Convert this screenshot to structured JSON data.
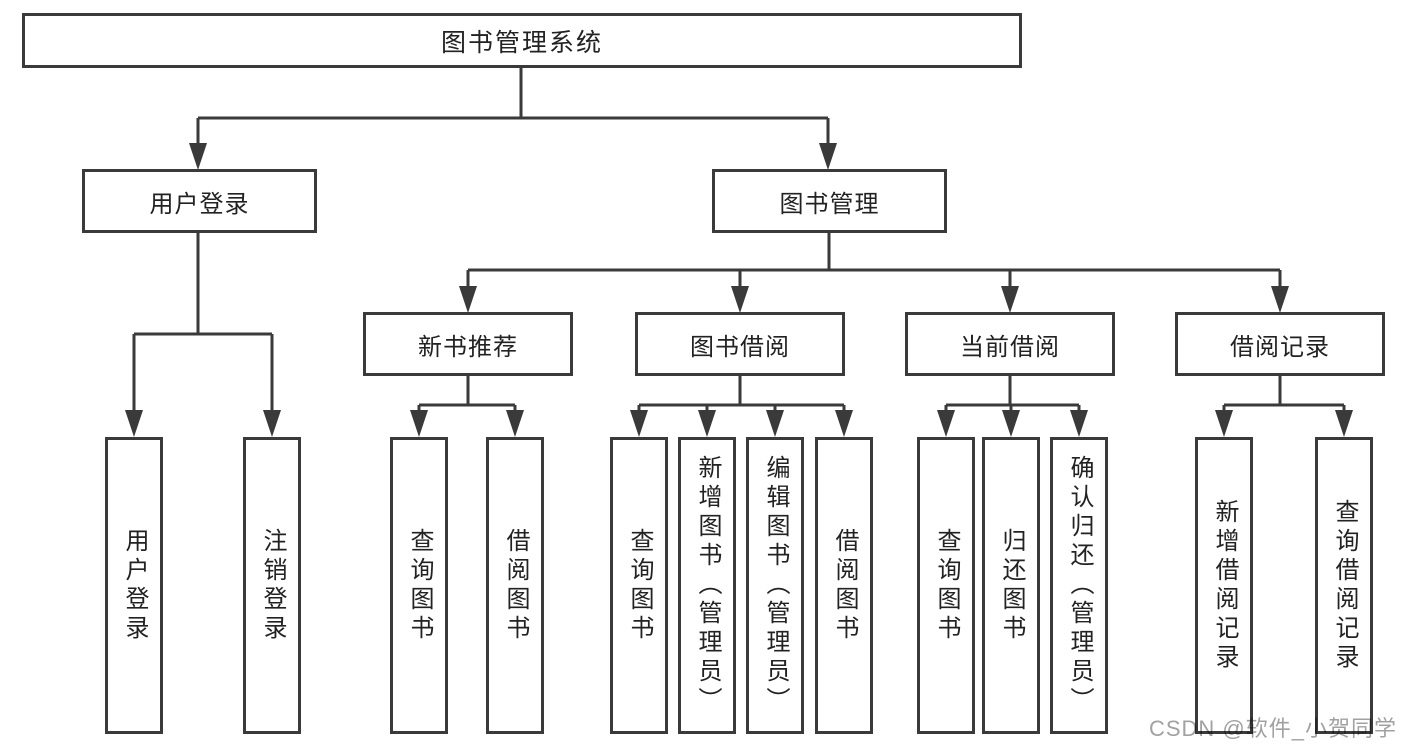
{
  "diagram": {
    "root": {
      "label": "图书管理系统"
    },
    "branches": [
      {
        "label": "用户登录",
        "children": [
          {
            "label": "用户登录"
          },
          {
            "label": "注销登录"
          }
        ]
      },
      {
        "label": "图书管理",
        "children": [
          {
            "label": "新书推荐",
            "children": [
              {
                "label": "查询图书"
              },
              {
                "label": "借阅图书"
              }
            ]
          },
          {
            "label": "图书借阅",
            "children": [
              {
                "label": "查询图书"
              },
              {
                "label": "新增图书（管理员）"
              },
              {
                "label": "编辑图书（管理员）"
              },
              {
                "label": "借阅图书"
              }
            ]
          },
          {
            "label": "当前借阅",
            "children": [
              {
                "label": "查询图书"
              },
              {
                "label": "归还图书"
              },
              {
                "label": "确认归还（管理员）"
              }
            ]
          },
          {
            "label": "借阅记录",
            "children": [
              {
                "label": "新增借阅记录"
              },
              {
                "label": "查询借阅记录"
              }
            ]
          }
        ]
      }
    ]
  },
  "watermark": {
    "text": "CSDN @软件_小贺同学"
  },
  "colors": {
    "line": "#3a3a3a",
    "text": "#222222",
    "box_background": "#ffffff",
    "watermark": "#919191"
  }
}
